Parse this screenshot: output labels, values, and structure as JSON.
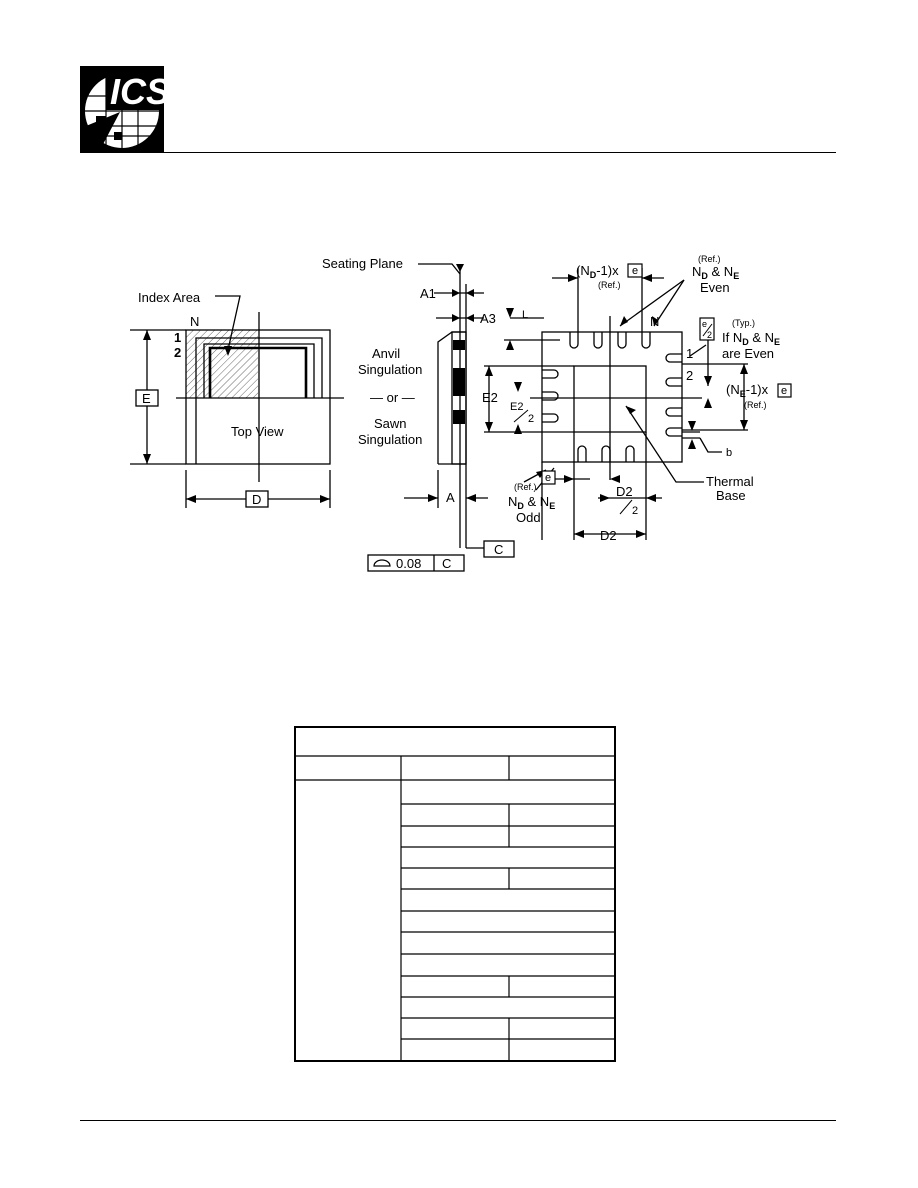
{
  "logo": {
    "text": "ICS"
  },
  "figure": {
    "index_area": "Index Area",
    "pin_n": "N",
    "pin_1": "1",
    "pin_2": "2",
    "dim_e": "E",
    "dim_d": "D",
    "top_view": "Top View",
    "seating_plane": "Seating Plane",
    "a1": "A1",
    "a3": "A3",
    "anvil": "Anvil",
    "singulation": "Singulation",
    "or": "— or —",
    "sawn": "Sawn",
    "sawn_singulation": "Singulation",
    "dim_a": "A",
    "datum_c": "C",
    "flatness_value": "0.08",
    "flatness_datum": "C",
    "nd_pitch_open": "(N",
    "nd_sub": "D",
    "nd_pitch_close": "-1)x",
    "e_box": "e",
    "ref": "(Ref.)",
    "ref_top": "(Ref.)",
    "nd_ne_n": "N",
    "nd_ne_d": "D",
    "nd_ne_amp": " & N",
    "nd_ne_e": "E",
    "even": "Even",
    "l": "L",
    "n_bottom": "N",
    "e_over_2_num": "e",
    "e_over_2_den": "2",
    "typ": "(Typ.)",
    "if_nd_ne": "If N",
    "if_d": "D",
    "if_amp": " & N",
    "if_e": "E",
    "are_even": "are Even",
    "side_1": "1",
    "side_2": "2",
    "ne_pitch_open": "(N",
    "ne_sub": "E",
    "ne_pitch_close": "-1)x",
    "ref_right": "(Ref.)",
    "e2": "E2",
    "e2_half_num": "E2",
    "e2_half_den": "2",
    "b": "b",
    "ref_bottom": "(Ref.)",
    "odd_n": "N",
    "odd_d": "D",
    "odd_amp": " & N",
    "odd_e": "E",
    "odd": "Odd",
    "e_box_bottom": "e",
    "d2_half_num": "D2",
    "d2_half_den": "2",
    "thermal": "Thermal",
    "base": "Base",
    "d2": "D2"
  }
}
